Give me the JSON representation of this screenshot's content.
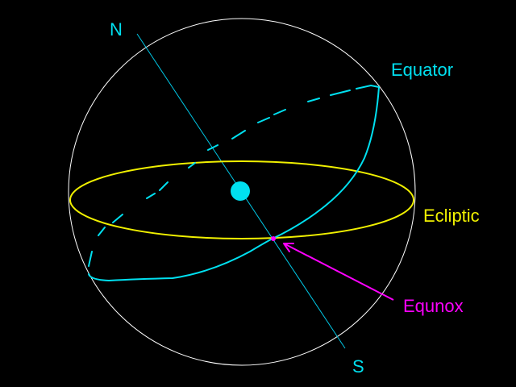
{
  "labels": {
    "north": "N",
    "south": "S",
    "equator": "Equator",
    "ecliptic": "Ecliptic",
    "equinox": "Equnox"
  },
  "colors": {
    "background": "#000000",
    "sphere": "#ffffff",
    "axis": "#00c8e6",
    "equator": "#00e0f0",
    "ecliptic": "#f0f000",
    "equinox": "#ff00ff",
    "sun": "#00e0f0"
  }
}
